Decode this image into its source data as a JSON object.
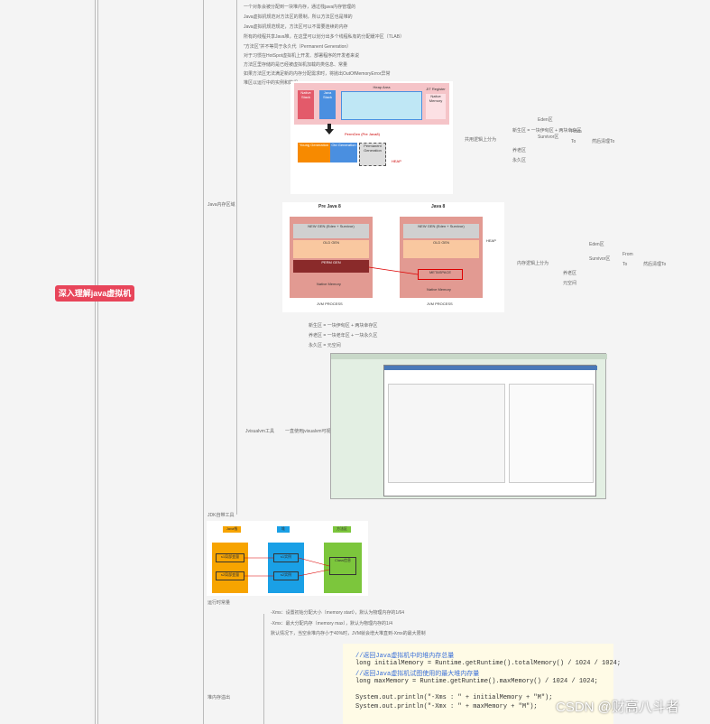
{
  "root": {
    "title": "深入理解java虚拟机"
  },
  "main_branches": [
    {
      "label": "Java内存区域"
    },
    {
      "label": "JDK自带工具"
    },
    {
      "label": "堆内存溢出"
    },
    {
      "label": "运行时常量"
    }
  ],
  "top_notes": [
    "一个对象会被分配到一块堆内存，通过栈java内存管理的",
    "Java虚拟机规范对方法区的限制，所以方法区也是堆的",
    "Java虚拟机规范规定，方法区可以不需要连续的内存",
    "所有的线程共享Java堆，在这里可以划分出多个线程私有的分配缓冲区（TLAB）",
    "\"方法区\"并不等同于永久代（Permanent Generation）",
    "对于习惯在HotSpot虚拟机上开发、部署程序的开发者来说",
    "方法区里存储的是已经被虚拟机加载的类信息、常量",
    "如果方法区无法满足新的内存分配需求时，将抛出OutOfMemoryError异常",
    "堆区以运行中的实例和数组"
  ],
  "diagram1": {
    "heap_title": "Heap Area",
    "native_stack": "Native Stack",
    "java_stack": "Java Stack",
    "jit": "JIT Register",
    "native_memory": "Native Memory",
    "perm_label": "PermGen (Pre Java8)",
    "young": "Young Generation",
    "old": "Old Generation",
    "perm": "Permanent Generation",
    "heap_tag": "HEAP"
  },
  "diagram2": {
    "pre_title": "Pre Java 8",
    "java8_title": "Java 8",
    "new_gen": "NEW GEN (Eden + Survivor)",
    "old_gen": "OLD GEN",
    "perm_gen": "PERM GEN",
    "metaspace": "METASPACE",
    "native_memory": "Native Memory",
    "jvm_process": "JVM PROCESS",
    "heap_tag": "HEAP"
  },
  "side_labels": {
    "right1": "共用逻辑上分为",
    "eden": "Eden区",
    "survivor": "Survivor区",
    "from": "From",
    "to": "To",
    "to_note": "然后清理To",
    "old": "养老区",
    "perm": "永久区",
    "right2": "内存逻辑上分为",
    "eden2": "Eden区",
    "survivor2": "Survivor区",
    "from2": "From",
    "to2": "To",
    "to_note2": "然后清理To",
    "old2": "养老区",
    "meta2": "元空间"
  },
  "heap_notes": [
    "新生区 = 一块伊甸区 + 两块幸存区",
    "养老区 = 一块老年区 + 一块永久区",
    "永久区 = 元空间"
  ],
  "tool_label": "Jvisualvm工具",
  "tool_note": "一直使用jvisualvm可视化监控",
  "stack_diagram": {
    "java_stack": "Java栈",
    "heap": "堆",
    "method": "方法区",
    "s1": "s1局部变量",
    "s2": "s2局部变量",
    "inst1": "s1实例",
    "inst2": "s2实例",
    "class_info": "Class信息"
  },
  "xms_notes": [
    "-Xms：设置初始分配大小（memory start），默认为物理内存的1/64",
    "-Xmx：最大分配内存（memory max），默认为物理内存的1/4",
    "默认情况下，当空余堆内存小于40%时，JVM就会增大堆直到-Xmx的最大限制"
  ],
  "code_lines": [
    "//返回Java虚拟机中的堆内存总量",
    "long initialMemory = Runtime.getRuntime().totalMemory() / 1024 / 1024;",
    "//返回Java虚拟机试图使用的最大堆内存量",
    "long maxMemory = Runtime.getRuntime().maxMemory() / 1024 / 1024;",
    "System.out.println(\"-Xms : \" + initialMemory + \"M\");",
    "System.out.println(\"-Xmx : \" + maxMemory + \"M\");"
  ],
  "csdn": "CSDN @财高八斗者",
  "colors": {
    "root": "#e8455a",
    "orange": "#f7a400",
    "blue": "#1aa0e6",
    "green": "#7cc63c",
    "pink": "#f5c4c8"
  }
}
